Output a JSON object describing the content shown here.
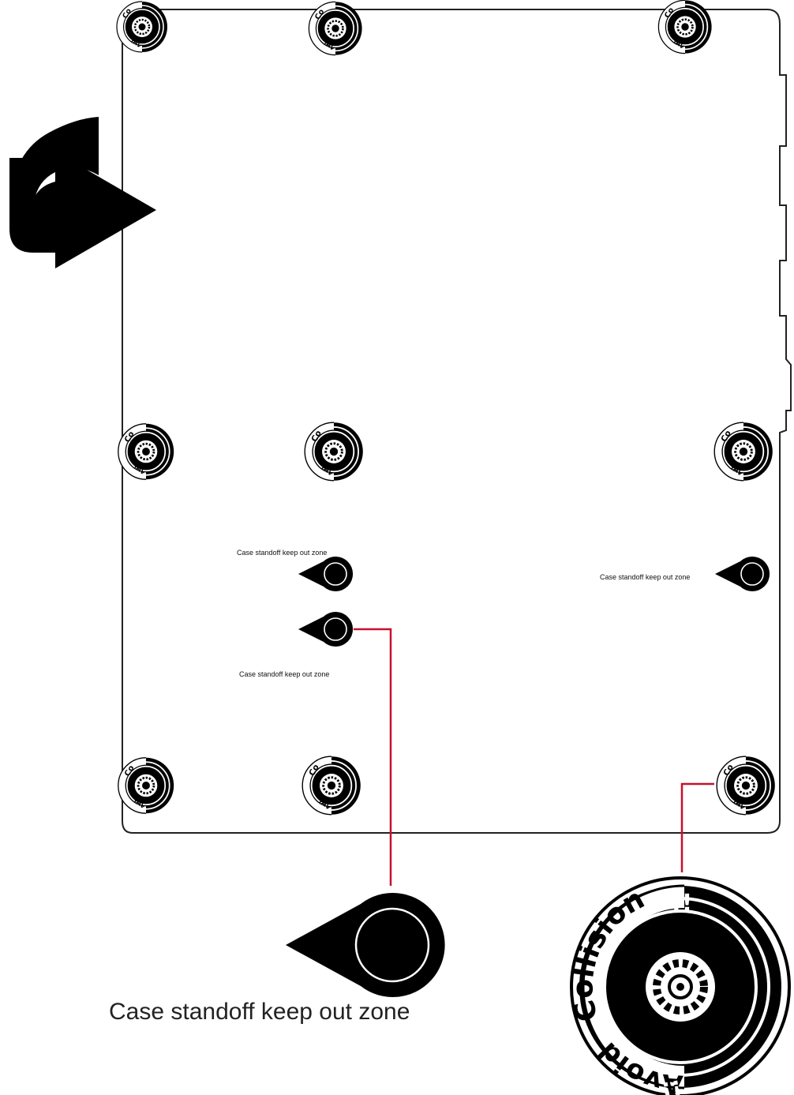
{
  "labels": {
    "keepout_small": "Case standoff keep out zone",
    "keepout_big": "Case standoff keep out zone"
  },
  "collision": {
    "top_text": "Collision",
    "bottom_text": "Avoid",
    "marks": "!!"
  },
  "colors": {
    "board_outline": "#222222",
    "leader_line": "#c8102e",
    "fill": "#000000"
  },
  "icons": [
    "rotate-arrow-icon",
    "standoff-collision-icon",
    "keepout-pin-icon"
  ]
}
